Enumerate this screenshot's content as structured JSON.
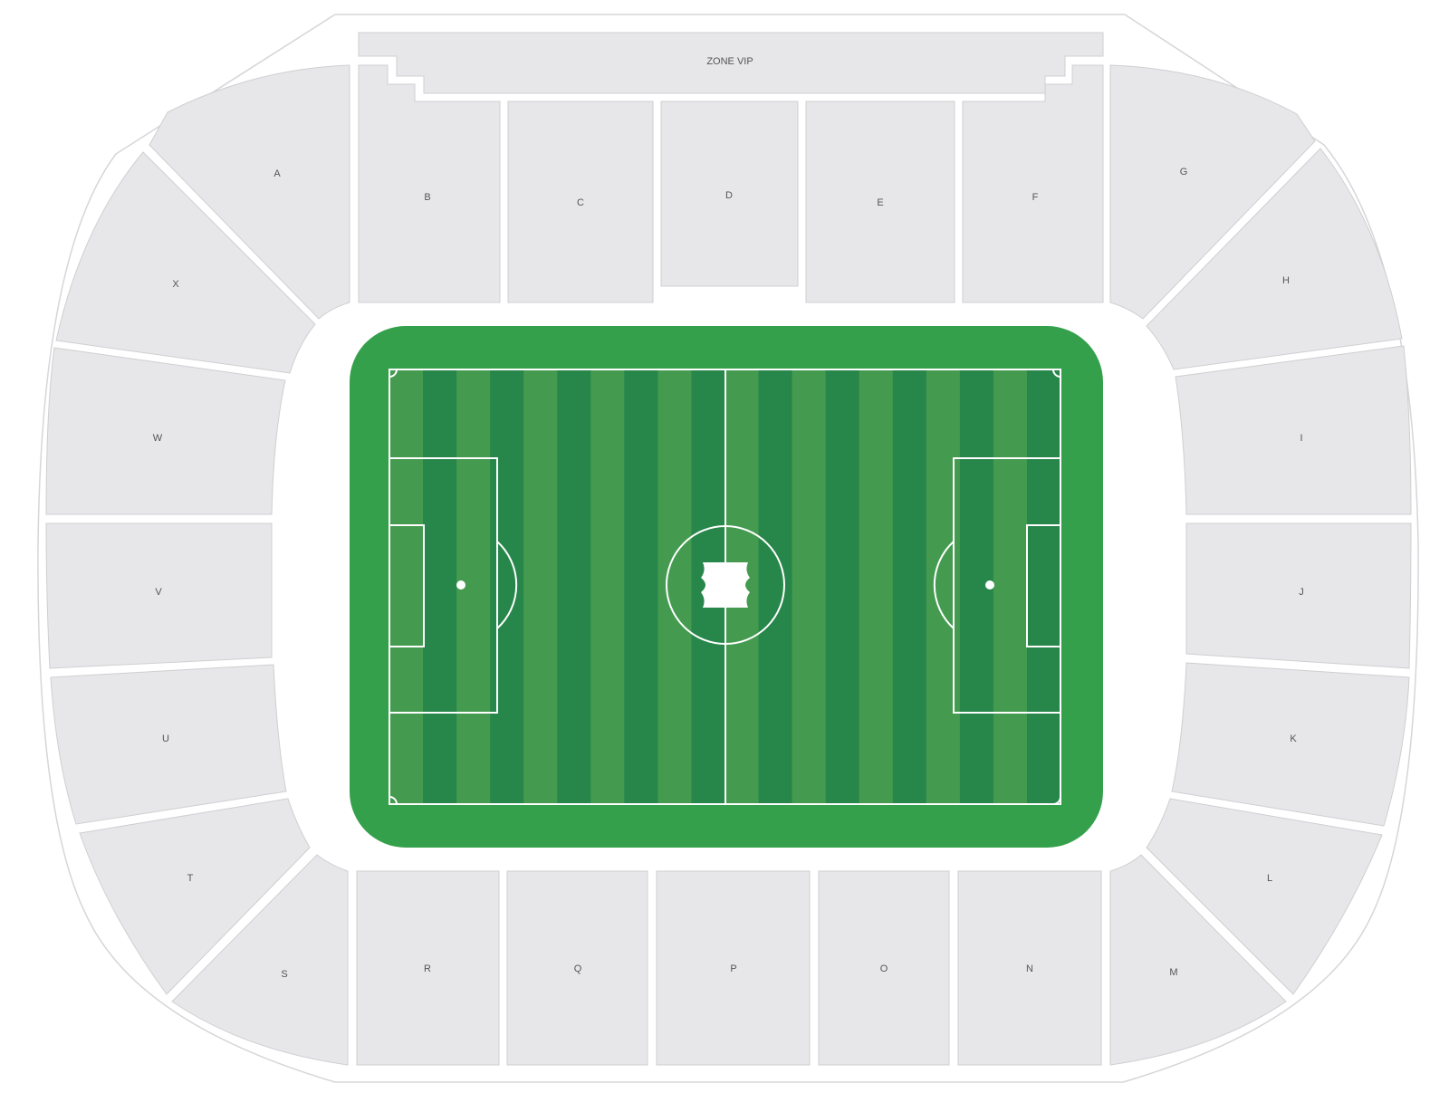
{
  "map": {
    "sections": [
      {
        "id": "vip",
        "label": "ZONE VIP"
      },
      {
        "id": "a",
        "label": "A"
      },
      {
        "id": "b",
        "label": "B"
      },
      {
        "id": "c",
        "label": "C"
      },
      {
        "id": "d",
        "label": "D"
      },
      {
        "id": "e",
        "label": "E"
      },
      {
        "id": "f",
        "label": "F"
      },
      {
        "id": "g",
        "label": "G"
      },
      {
        "id": "h",
        "label": "H"
      },
      {
        "id": "i",
        "label": "I"
      },
      {
        "id": "j",
        "label": "J"
      },
      {
        "id": "k",
        "label": "K"
      },
      {
        "id": "l",
        "label": "L"
      },
      {
        "id": "m",
        "label": "M"
      },
      {
        "id": "n",
        "label": "N"
      },
      {
        "id": "o",
        "label": "O"
      },
      {
        "id": "p",
        "label": "P"
      },
      {
        "id": "q",
        "label": "Q"
      },
      {
        "id": "r",
        "label": "R"
      },
      {
        "id": "s",
        "label": "S"
      },
      {
        "id": "t",
        "label": "T"
      },
      {
        "id": "u",
        "label": "U"
      },
      {
        "id": "v",
        "label": "V"
      },
      {
        "id": "w",
        "label": "W"
      },
      {
        "id": "x",
        "label": "X"
      }
    ],
    "colors": {
      "section_fill": "#e7e7e9",
      "pitch_border": "#34a04b",
      "stripe_light": "#449b50",
      "stripe_dark": "#27864a",
      "lines": "#ffffff"
    },
    "icons": [
      "ticket-icon"
    ]
  }
}
